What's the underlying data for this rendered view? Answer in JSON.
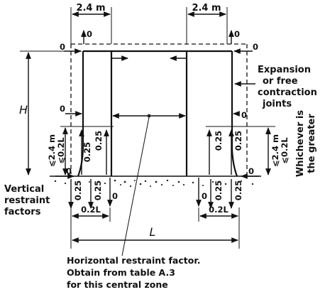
{
  "labels": {
    "wall_width_left": "2.4 m",
    "wall_width_right": "2.4 m",
    "height": "H",
    "length": "L",
    "expansion_line1": "Expansion",
    "expansion_line2": "or free",
    "expansion_line3": "contraction",
    "expansion_line4": "joints",
    "limit_left_a": "⩽2.4 m",
    "limit_left_b": "⩽0.2L",
    "limit_right_a": "⩽2.4 m",
    "limit_right_b": "⩽0.2L",
    "whichever_line1": "Whichever is",
    "whichever_line2": "the greater",
    "vertical_line1": "Vertical",
    "vertical_line2": "restraint",
    "vertical_line3": "factors",
    "base_len_left": "0.2L",
    "base_len_right": "0.2L",
    "caption_line1": "Horizontal restraint factor.",
    "caption_line2": "Obtain from table A.3",
    "caption_line3": "for this central zone"
  },
  "factors": {
    "zero": "0",
    "quarter": "0.25"
  }
}
